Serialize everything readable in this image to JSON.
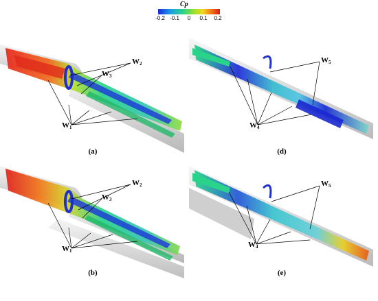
{
  "colorbar": {
    "title": "Cp",
    "ticks": [
      "-0.2",
      "-0.1",
      "0",
      "0.1",
      "0.2"
    ]
  },
  "panels": [
    {
      "id": "a",
      "caption": "(a)",
      "labels": [
        {
          "base": "W",
          "sub": "2"
        },
        {
          "base": "W",
          "sub": "3"
        },
        {
          "base": "W",
          "sub": "1"
        }
      ]
    },
    {
      "id": "d",
      "caption": "(d)",
      "labels": [
        {
          "base": "W",
          "sub": "5"
        },
        {
          "base": "W",
          "sub": "4"
        }
      ]
    },
    {
      "id": "b",
      "caption": "(b)",
      "labels": [
        {
          "base": "W",
          "sub": "2"
        },
        {
          "base": "W",
          "sub": "3"
        },
        {
          "base": "W",
          "sub": "1"
        }
      ]
    },
    {
      "id": "e",
      "caption": "(e)",
      "labels": [
        {
          "base": "W",
          "sub": "5"
        },
        {
          "base": "W",
          "sub": "4"
        }
      ]
    }
  ]
}
